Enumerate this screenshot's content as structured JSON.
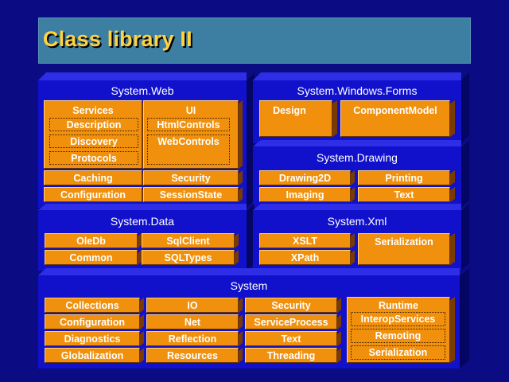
{
  "title": "Class library II",
  "web": {
    "title": "System.Web",
    "services": "Services",
    "description": "Description",
    "discovery": "Discovery",
    "protocols": "Protocols",
    "ui": "UI",
    "htmlcontrols": "HtmlControls",
    "webcontrols": "WebControls",
    "caching": "Caching",
    "security": "Security",
    "configuration": "Configuration",
    "sessionstate": "SessionState"
  },
  "forms": {
    "title": "System.Windows.Forms",
    "design": "Design",
    "componentmodel": "ComponentModel"
  },
  "drawing": {
    "title": "System.Drawing",
    "drawing2d": "Drawing2D",
    "printing": "Printing",
    "imaging": "Imaging",
    "text": "Text"
  },
  "data": {
    "title": "System.Data",
    "oledb": "OleDb",
    "sqlclient": "SqlClient",
    "common": "Common",
    "sqltypes": "SQLTypes"
  },
  "xml": {
    "title": "System.Xml",
    "xslt": "XSLT",
    "serialization": "Serialization",
    "xpath": "XPath"
  },
  "system": {
    "title": "System",
    "collections": "Collections",
    "configuration": "Configuration",
    "diagnostics": "Diagnostics",
    "globalization": "Globalization",
    "io": "IO",
    "net": "Net",
    "reflection": "Reflection",
    "resources": "Resources",
    "security": "Security",
    "serviceprocess": "ServiceProcess",
    "text": "Text",
    "threading": "Threading",
    "runtime": "Runtime",
    "interopservices": "InteropServices",
    "remoting": "Remoting",
    "serialization": "Serialization"
  }
}
